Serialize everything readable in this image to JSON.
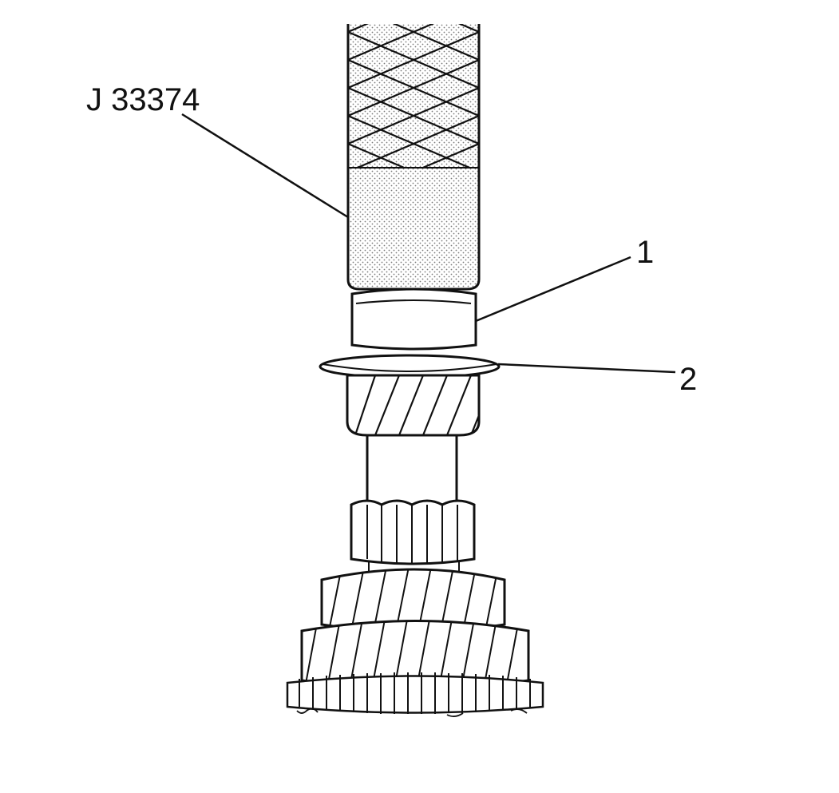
{
  "callouts": {
    "tool": "J 33374",
    "part_1": "1",
    "part_2": "2"
  },
  "colors": {
    "line": "#111111",
    "background": "#ffffff",
    "stipple": "#9a9a9a"
  }
}
